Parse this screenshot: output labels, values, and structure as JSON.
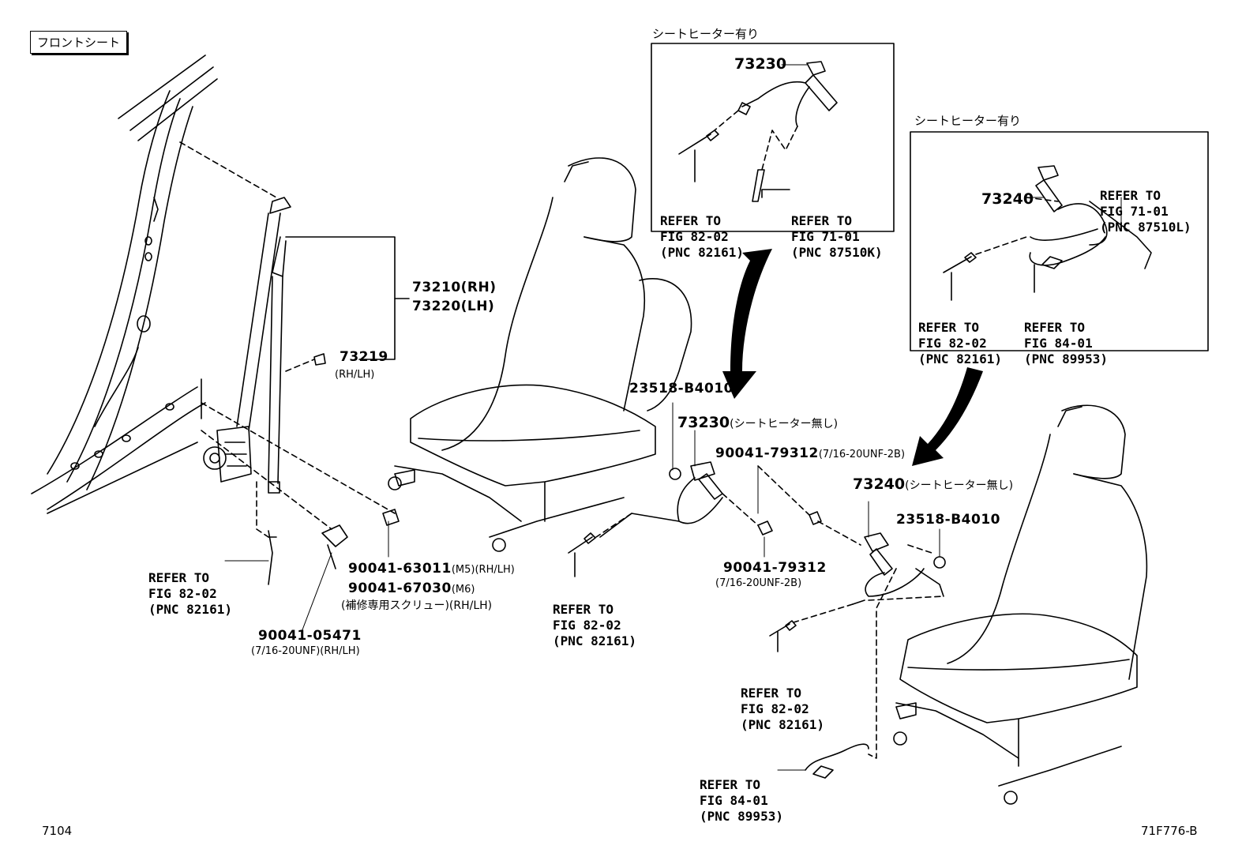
{
  "title": "フロントシート",
  "inset1": {
    "caption": "シートヒーター有り",
    "part": "73230",
    "ref_a": [
      "REFER TO",
      "FIG 82-02",
      "(PNC 82161)"
    ],
    "ref_b": [
      "REFER TO",
      "FIG 71-01",
      "(PNC 87510K)"
    ]
  },
  "inset2": {
    "caption": "シートヒーター有り",
    "part": "73240",
    "ref_a": [
      "REFER TO",
      "FIG 71-01",
      "(PNC 87510L)"
    ],
    "ref_b": [
      "REFER TO",
      "FIG 82-02",
      "(PNC 82161)"
    ],
    "ref_c": [
      "REFER TO",
      "FIG 84-01",
      "(PNC 89953)"
    ]
  },
  "labels": {
    "p73210": "73210(RH)",
    "p73220": "73220(LH)",
    "p73219": "73219",
    "p73219_note": "(RH/LH)",
    "p23518_a": "23518-B4010",
    "p73230_main": "73230",
    "p73230_note": "(シートヒーター無し)",
    "p90041_79312_a": "90041-79312",
    "p90041_79312_a_note": "(7/16-20UNF-2B)",
    "p73240_main": "73240",
    "p73240_note": "(シートヒーター無し)",
    "p23518_b": "23518-B4010",
    "p90041_79312_b": "90041-79312",
    "p90041_79312_b_note": "(7/16-20UNF-2B)",
    "p90041_63011": "90041-63011",
    "p90041_63011_note": "(M5)(RH/LH)",
    "p90041_67030": "90041-67030",
    "p90041_67030_note": "(M6)",
    "p90041_67030_note2": "(補修専用スクリュー)(RH/LH)",
    "p90041_05471": "90041-05471",
    "p90041_05471_note": "(7/16-20UNF)(RH/LH)"
  },
  "refs": {
    "left": [
      "REFER TO",
      "FIG 82-02",
      "(PNC 82161)"
    ],
    "center": [
      "REFER TO",
      "FIG 82-02",
      "(PNC 82161)"
    ],
    "right_mid": [
      "REFER TO",
      "FIG 82-02",
      "(PNC 82161)"
    ],
    "right_low": [
      "REFER TO",
      "FIG 84-01",
      "(PNC 89953)"
    ]
  },
  "footer": {
    "left": "7104",
    "right": "71F776-B"
  }
}
